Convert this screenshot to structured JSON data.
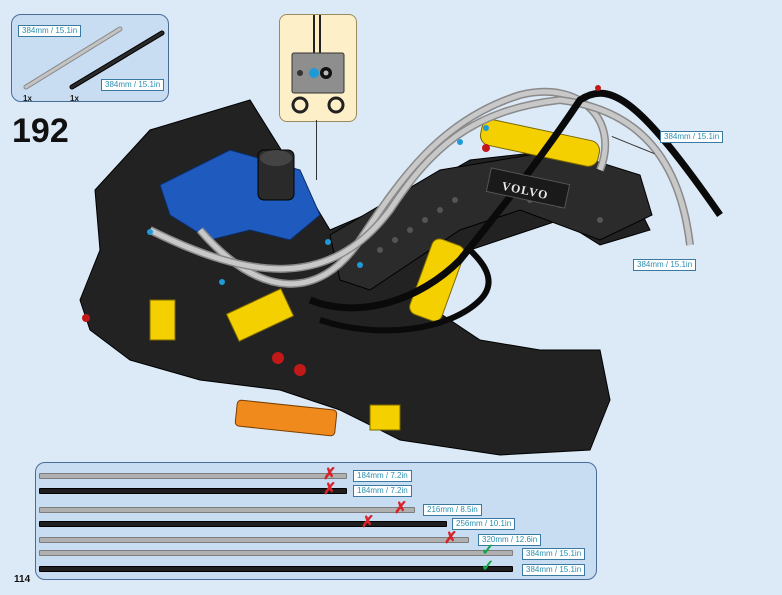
{
  "page": {
    "step_number": "192",
    "page_number": "114"
  },
  "parts_callout": {
    "items": [
      {
        "qty": "1x",
        "label": "384mm / 15.1in",
        "color": "grey"
      },
      {
        "qty": "1x",
        "label": "384mm / 15.1in",
        "color": "black"
      }
    ]
  },
  "connector_callout": {
    "icon": "pneumatic-connector-detail"
  },
  "model_labels": {
    "brand_text": "VOLVO",
    "hose_label_upper": "384mm / 15.1in",
    "hose_label_lower": "384mm / 15.1in"
  },
  "length_chart": {
    "rows": [
      {
        "label": "184mm / 7.2in",
        "color": "grey",
        "status": "rejected"
      },
      {
        "label": "184mm / 7.2in",
        "color": "black",
        "status": "rejected"
      },
      {
        "label": "216mm / 8.5in",
        "color": "grey",
        "status": "rejected"
      },
      {
        "label": "256mm / 10.1in",
        "color": "black",
        "status": "rejected"
      },
      {
        "label": "320mm / 12.6in",
        "color": "grey",
        "status": "rejected"
      },
      {
        "label": "384mm / 15.1in",
        "color": "grey",
        "status": "accepted"
      },
      {
        "label": "384mm / 15.1in",
        "color": "black",
        "status": "accepted"
      }
    ]
  },
  "colors": {
    "background": "#dce9f7",
    "panel": "#c8dcf2",
    "tag_text": "#2a8fb0",
    "reject": "#d8232a",
    "accept": "#17a34a",
    "technic_yellow": "#f5d000",
    "technic_blue": "#1f5bbf"
  }
}
